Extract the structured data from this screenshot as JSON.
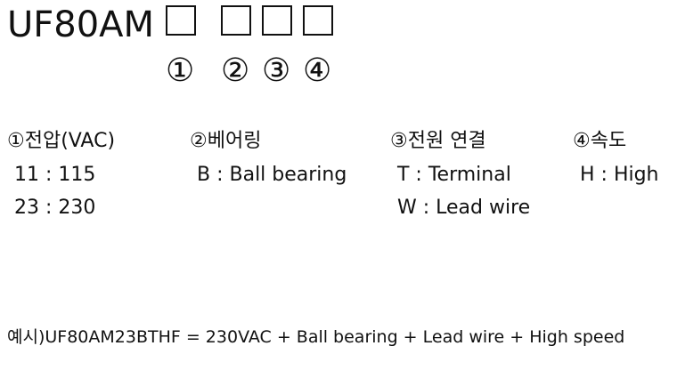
{
  "model": {
    "prefix": "UF80AM",
    "markers": [
      "①",
      "②",
      "③",
      "④"
    ]
  },
  "columns": [
    {
      "heading": "①전압(VAC)",
      "values": [
        "11 : 115",
        "23 : 230"
      ]
    },
    {
      "heading": "②베어링",
      "values": [
        "B : Ball bearing"
      ]
    },
    {
      "heading": "③전원 연결",
      "values": [
        "T : Terminal",
        "W : Lead wire"
      ]
    },
    {
      "heading": "④속도",
      "values": [
        "H : High"
      ]
    }
  ],
  "example": "예시)UF80AM23BTHF = 230VAC + Ball bearing + Lead wire + High speed"
}
